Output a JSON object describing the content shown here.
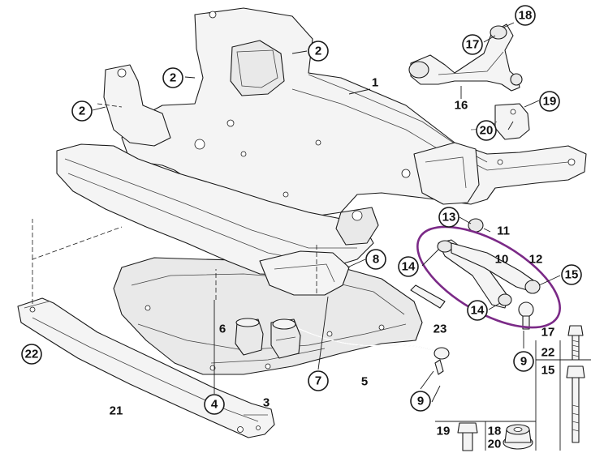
{
  "diagram": {
    "highlight_color": "#7b2a87",
    "callouts_circled": [
      {
        "id": "c18",
        "label": "18"
      },
      {
        "id": "c17a",
        "label": "17"
      },
      {
        "id": "c19",
        "label": "19"
      },
      {
        "id": "c20",
        "label": "20"
      },
      {
        "id": "c2a",
        "label": "2"
      },
      {
        "id": "c2b",
        "label": "2"
      },
      {
        "id": "c2c",
        "label": "2"
      },
      {
        "id": "c13",
        "label": "13"
      },
      {
        "id": "c8",
        "label": "8"
      },
      {
        "id": "c14a",
        "label": "14"
      },
      {
        "id": "c15",
        "label": "15"
      },
      {
        "id": "c14b",
        "label": "14"
      },
      {
        "id": "c7",
        "label": "7"
      },
      {
        "id": "c4",
        "label": "4"
      },
      {
        "id": "c22",
        "label": "22"
      },
      {
        "id": "c9a",
        "label": "9"
      },
      {
        "id": "c9b",
        "label": "9"
      }
    ],
    "callouts_plain": [
      {
        "id": "l1",
        "label": "1"
      },
      {
        "id": "l16",
        "label": "16"
      },
      {
        "id": "l11",
        "label": "11"
      },
      {
        "id": "l10",
        "label": "10"
      },
      {
        "id": "l12",
        "label": "12"
      },
      {
        "id": "l6",
        "label": "6"
      },
      {
        "id": "l5",
        "label": "5"
      },
      {
        "id": "l3",
        "label": "3"
      },
      {
        "id": "l21",
        "label": "21"
      },
      {
        "id": "l23",
        "label": "23"
      },
      {
        "id": "l17b",
        "label": "17"
      },
      {
        "id": "l22b",
        "label": "22"
      },
      {
        "id": "l15b",
        "label": "15"
      },
      {
        "id": "l19b",
        "label": "19"
      },
      {
        "id": "l18b",
        "label": "18"
      },
      {
        "id": "l20b",
        "label": "20"
      }
    ]
  }
}
